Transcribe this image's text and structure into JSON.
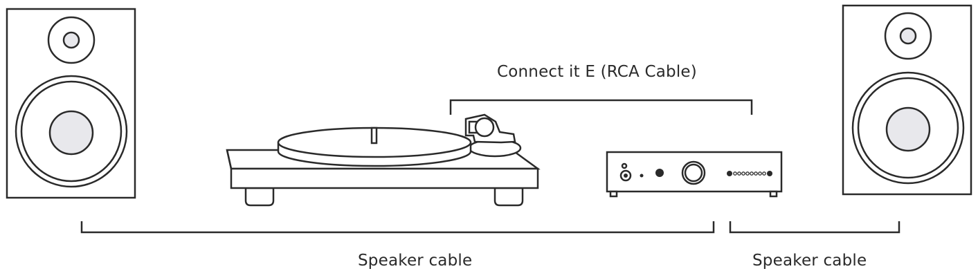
{
  "diagram": {
    "rca_cable_label": "Connect it E (RCA Cable)",
    "speaker_cable_left_label": "Speaker cable",
    "speaker_cable_right_label": "Speaker cable"
  },
  "colors": {
    "line": "#2a2a2a",
    "driver_fill": "#e8e8ec",
    "background": "#ffffff"
  }
}
